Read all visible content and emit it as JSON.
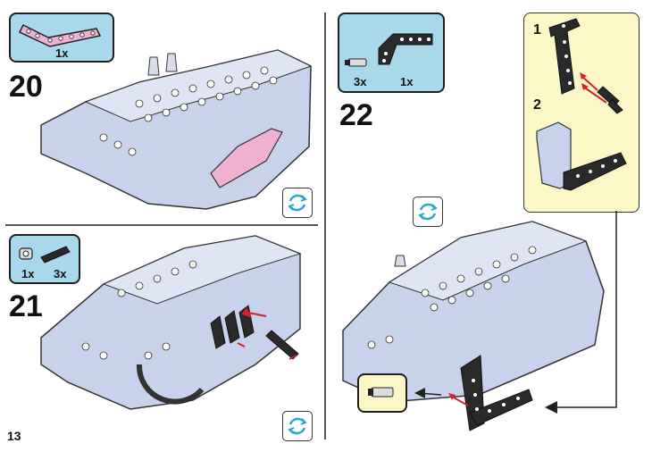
{
  "page": {
    "number": "13"
  },
  "steps": [
    {
      "number": "20",
      "parts": [
        {
          "qty": "1x",
          "part": "pink-l-beam-icon"
        }
      ]
    },
    {
      "number": "21",
      "parts": [
        {
          "qty": "1x",
          "part": "bush-icon"
        },
        {
          "qty": "3x",
          "part": "black-pin-icon"
        }
      ]
    },
    {
      "number": "22",
      "parts": [
        {
          "qty": "3x",
          "part": "pin-icon"
        },
        {
          "qty": "1x",
          "part": "black-l-beam-icon"
        }
      ],
      "substeps": [
        {
          "number": "1"
        },
        {
          "number": "2"
        }
      ]
    }
  ],
  "colors": {
    "callout": "#a8d8ea",
    "subpanel": "#fbf7c6",
    "brick": "#c8d2ea",
    "pink": "#f0b0cf"
  }
}
